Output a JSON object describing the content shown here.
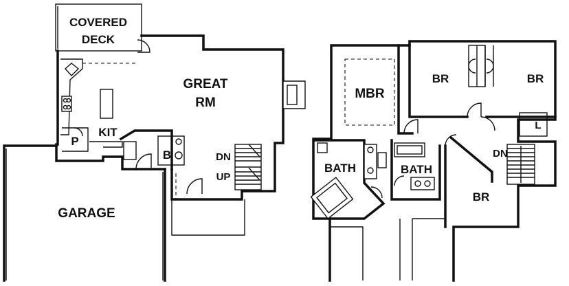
{
  "labels": {
    "covered_deck_1": "COVERED",
    "covered_deck_2": "DECK",
    "great_rm_1": "GREAT",
    "great_rm_2": "RM",
    "kit": "KIT",
    "pantry": "P",
    "bath_b": "B",
    "dn_main": "DN",
    "up_main": "UP",
    "garage": "GARAGE",
    "mbr": "MBR",
    "br_top_left": "BR",
    "br_top_right": "BR",
    "linen": "L",
    "bath_left": "BATH",
    "bath_right": "BATH",
    "dn_upper": "DN",
    "br_bottom": "BR"
  }
}
